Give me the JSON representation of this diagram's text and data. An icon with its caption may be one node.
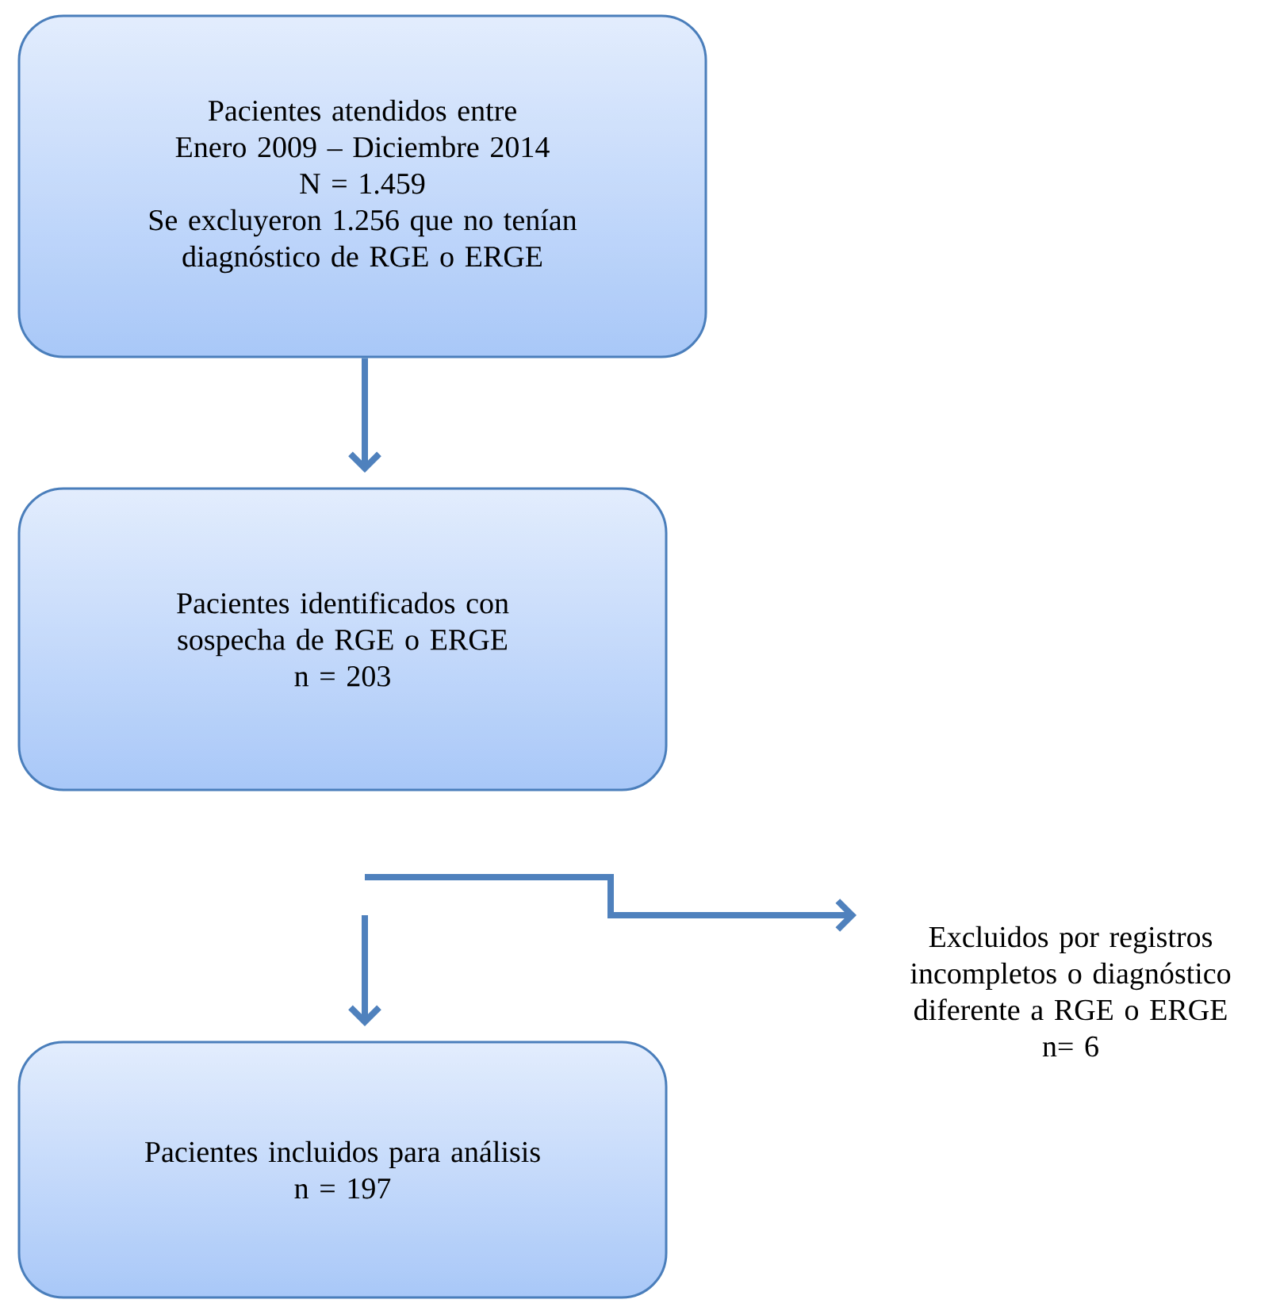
{
  "diagram": {
    "nodes": [
      {
        "text": [
          "Pacientes atendidos entre Enero 2009 – Diciembre 2014",
          "N =  1.459",
          "Se excluyeron 1.256 que no tenían diagnóstico de RGE o ERGE"
        ]
      },
      {
        "text": [
          "Pacientes identificados con sospecha de RGE o ERGE",
          "n =  203"
        ]
      },
      {
        "text": [
          "Pacientes incluidos para análisis",
          "n =  197"
        ]
      },
      {
        "text": [
          "Excluidos por registros incompletos o diagnóstico diferente a RGE o ERGE",
          "n= 6"
        ]
      }
    ],
    "edges": [
      {
        "from": 0,
        "to": 1,
        "arrow": "to"
      },
      {
        "from": null,
        "to": 2,
        "arrow": "to"
      },
      {
        "from": null,
        "to": 3,
        "arrow": "to"
      }
    ]
  }
}
